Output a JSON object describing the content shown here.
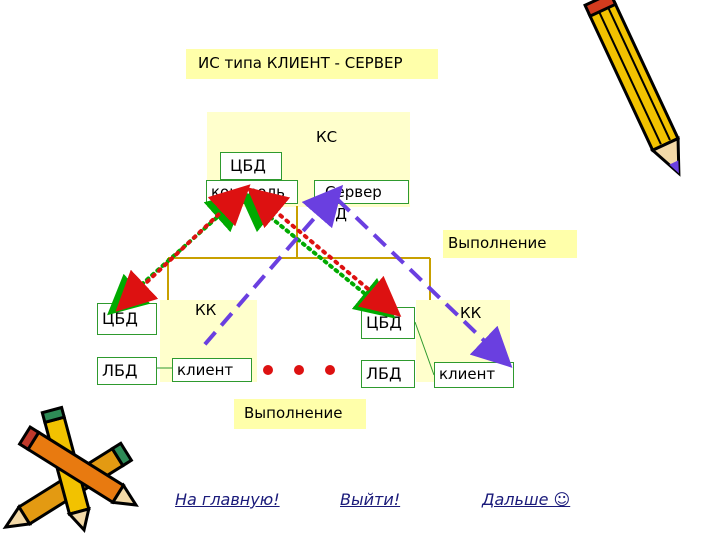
{
  "title": "ИС типа КЛИЕНТ - СЕРВЕР",
  "server": {
    "label": "КС",
    "cbd": "ЦБД",
    "control": "контроль",
    "db_server": "Сервер БД",
    "execution": "Выполнение"
  },
  "client_left": {
    "cbd": "ЦБД",
    "kk": "КК",
    "lbd": "ЛБД",
    "client": "клиент"
  },
  "client_right": {
    "cbd": "ЦБД",
    "kk": "КК",
    "lbd": "ЛБД",
    "client": "клиент"
  },
  "bottom_execution": "Выполнение",
  "nav": {
    "home": "На главную!",
    "exit": "Выйти!",
    "next": "Дальше ☺"
  },
  "colors": {
    "green_dotted": "#00aa00",
    "red_dotted": "#dd1111",
    "purple_dashed": "#6a3fe0",
    "box_border": "#2e9a2e",
    "panel_fill": "#ffffcc",
    "link": "#1a1a7a"
  },
  "icons": [
    "pencil-icon",
    "pencils-icon"
  ]
}
